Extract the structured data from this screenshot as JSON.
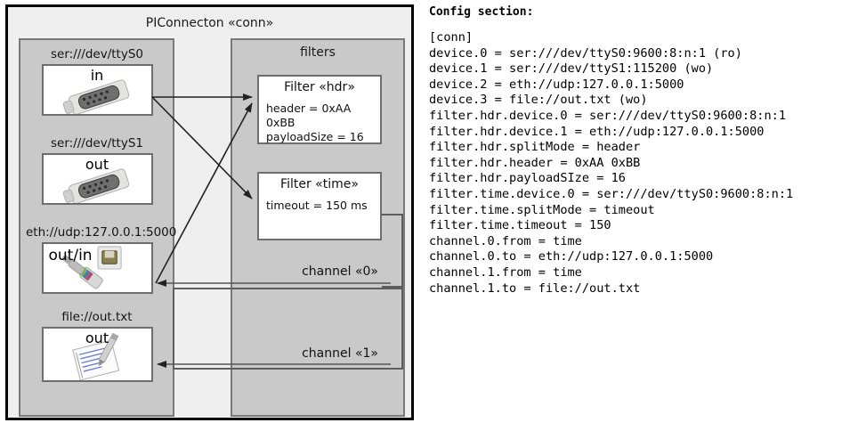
{
  "diagram": {
    "title": "PIConnecton «conn»",
    "devices_panel": {
      "devices": [
        {
          "caption": "ser:///dev/ttyS0",
          "label": "in",
          "icon": "serial-db9-icon",
          "align": "center"
        },
        {
          "caption": "ser:///dev/ttyS1",
          "label": "out",
          "icon": "serial-db9-icon",
          "align": "center"
        },
        {
          "caption": "eth://udp:127.0.0.1:5000",
          "label": "out/in",
          "icon": "ethernet-rj45-icon",
          "align": "left"
        },
        {
          "caption": "file://out.txt",
          "label": "out",
          "icon": "text-file-icon",
          "align": "center"
        }
      ]
    },
    "filters_panel": {
      "title": "filters",
      "filters": [
        {
          "title": "Filter «hdr»",
          "props": [
            "header = 0xAA 0xBB",
            "payloadSize = 16"
          ]
        },
        {
          "title": "Filter «time»",
          "props": [
            "timeout = 150 ms"
          ]
        }
      ],
      "channels": [
        {
          "label": "channel «0»"
        },
        {
          "label": "channel «1»"
        }
      ]
    }
  },
  "config": {
    "heading": "Config section:",
    "lines": [
      "[conn]",
      "device.0 = ser:///dev/ttyS0:9600:8:n:1 (ro)",
      "device.1 = ser:///dev/ttyS1:115200 (wo)",
      "device.2 = eth://udp:127.0.0.1:5000",
      "device.3 = file://out.txt (wo)",
      "filter.hdr.device.0 = ser:///dev/ttyS0:9600:8:n:1",
      "filter.hdr.device.1 = eth://udp:127.0.0.1:5000",
      "filter.hdr.splitMode = header",
      "filter.hdr.header = 0xAA 0xBB",
      "filter.hdr.payloadSIze = 16",
      "filter.time.device.0 = ser:///dev/ttyS0:9600:8:n:1",
      "filter.time.splitMode = timeout",
      "filter.time.timeout = 150",
      "channel.0.from = time",
      "channel.0.to = eth://udp:127.0.0.1:5000",
      "channel.1.from = time",
      "channel.1.to = file://out.txt"
    ]
  },
  "colors": {
    "outer_border": "#000000",
    "outer_fill": "#efefef",
    "panel_fill": "#c9c9c9",
    "panel_border": "#7a7a7a",
    "box_fill": "#ffffff",
    "box_border": "#6e6e6e",
    "arrow": "#222222"
  }
}
